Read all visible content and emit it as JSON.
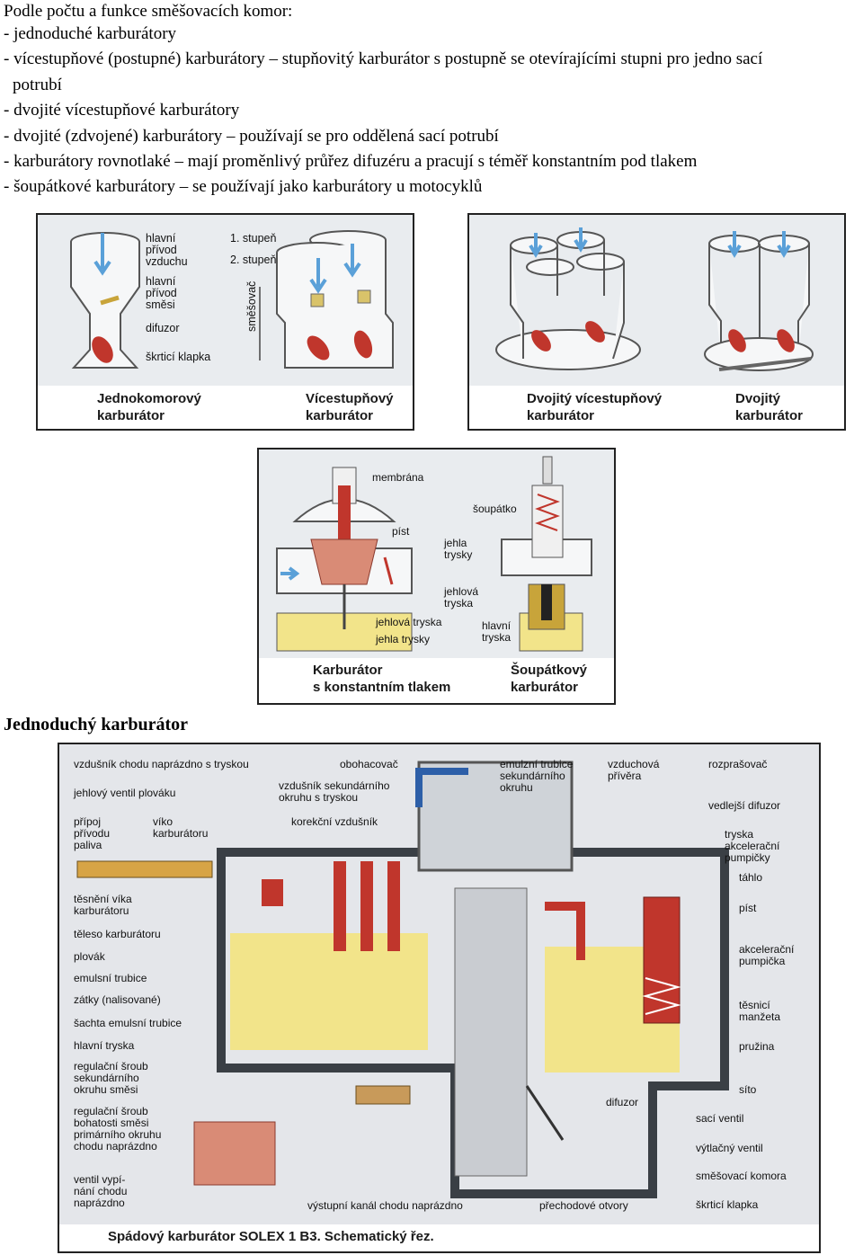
{
  "intro": {
    "line1": "Podle počtu a funkce směšovacích komor:",
    "line2": "- jednoduché karburátory",
    "line3": "- vícestupňové (postupné) karburátory – stupňovitý karburátor s postupně se otevírajícími stupni pro jedno sací",
    "line4": "potrubí",
    "line5": "- dvojité vícestupňové karburátory",
    "line6": "- dvojité (zdvojené) karburátory – používají se pro oddělená sací potrubí",
    "line7": "- karburátory rovnotlaké – mají proměnlivý průřez difuzéru a pracují s téměř konstantním pod tlakem",
    "line8": "- šoupátkové karburátory – se používají jako karburátory u motocyklů"
  },
  "fig1": {
    "labels": {
      "hlavni_privod_vzduchu": [
        "hlavní",
        "přívod",
        "vzduchu"
      ],
      "hlavni_privod_smesi": [
        "hlavní",
        "přívod",
        "směsi"
      ],
      "difuzor": "difuzor",
      "skrtici_klapka": "škrticí klapka",
      "stupen1": "1. stupeň",
      "stupen2": "2. stupeň",
      "smesovac": "směšovač"
    },
    "caption_left": [
      "Jednokomorový",
      "karburátor"
    ],
    "caption_right": [
      "Vícestupňový",
      "karburátor"
    ]
  },
  "fig2": {
    "caption_left": [
      "Dvojitý vícestupňový",
      "karburátor"
    ],
    "caption_right": [
      "Dvojitý",
      "karburátor"
    ]
  },
  "fig3": {
    "labels": {
      "membrana": "membrána",
      "pist": "píst",
      "soupatko": "šoupátko",
      "jehla_trysky_r": [
        "jehla",
        "trysky"
      ],
      "jehlova_tryska_r": [
        "jehlová",
        "tryska"
      ],
      "jehlova_tryska": "jehlová tryska",
      "jehla_trysky": "jehla trysky",
      "hlavni_tryska": [
        "hlavní",
        "tryska"
      ]
    },
    "caption_left": [
      "Karburátor",
      "s konstantním tlakem"
    ],
    "caption_right": [
      "Šoupátkový",
      "karburátor"
    ]
  },
  "section2_heading": "Jednoduchý karburátor",
  "fig4": {
    "left_labels": [
      [
        "vzdušník chodu naprázdno s tryskou"
      ],
      [
        "jehlový ventil plováku"
      ],
      [
        "přípoj",
        "přívodu",
        "paliva"
      ],
      [
        "těsnění víka",
        "karburátoru"
      ],
      [
        "těleso karburátoru"
      ],
      [
        "plovák"
      ],
      [
        "emulsní trubice"
      ],
      [
        "zátky (nalisované)"
      ],
      [
        "šachta emulsní trubice"
      ],
      [
        "hlavní tryska"
      ],
      [
        "regulační šroub",
        "sekundárního",
        "okruhu směsi"
      ],
      [
        "regulační šroub",
        "bohatosti směsi",
        "primárního okruhu",
        "chodu naprázdno"
      ],
      [
        "ventil vypí-",
        "nání chodu",
        "naprázdno"
      ]
    ],
    "top_labels": {
      "viko": [
        "víko",
        "karburátoru"
      ],
      "obohacovac": "obohacovač",
      "vzdusnik_sek": [
        "vzdušník sekundárního",
        "okruhu s tryskou"
      ],
      "korekcni": "korekční vzdušník",
      "emulzni": [
        "emulzní trubice",
        "sekundárního",
        "okruhu"
      ],
      "vzduchova": [
        "vzduchová",
        "přívěra"
      ],
      "rozprasovac": "rozprašovač"
    },
    "right_labels": [
      [
        "vedlejší difuzor"
      ],
      [
        "tryska",
        "akcelerační",
        "pumpičky"
      ],
      [
        "táhlo"
      ],
      [
        "píst"
      ],
      [
        "akcelerační",
        "pumpička"
      ],
      [
        "těsnicí",
        "manžeta"
      ],
      [
        "pružina"
      ],
      [
        "síto"
      ],
      [
        "sací ventil"
      ],
      [
        "výtlačný ventil"
      ],
      [
        "směšovací komora"
      ],
      [
        "škrticí klapka"
      ]
    ],
    "difuzor": "difuzor",
    "bottom_labels": {
      "vystupni": "výstupní kanál chodu naprázdno",
      "prechodove": "přechodové otvory"
    },
    "caption": "Spádový karburátor SOLEX 1 B3. Schematický řez."
  },
  "colors": {
    "fuel": "#f2e48a",
    "red_part": "#c0362c",
    "blue_arrow": "#5aa0d8",
    "metal": "#9aa0a6",
    "copper": "#d98b76"
  }
}
